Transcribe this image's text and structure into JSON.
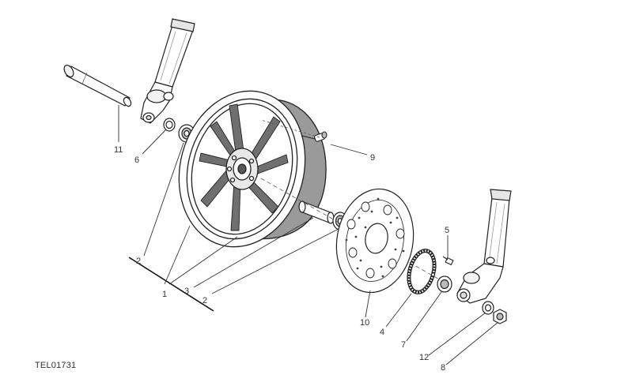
{
  "diagram": {
    "drawing_code": "TEL01731",
    "callouts": [
      {
        "id": "callout-11",
        "label": "11"
      },
      {
        "id": "callout-6",
        "label": "6"
      },
      {
        "id": "callout-9",
        "label": "9"
      },
      {
        "id": "callout-2a",
        "label": "2"
      },
      {
        "id": "callout-3",
        "label": "3"
      },
      {
        "id": "callout-1",
        "label": "1"
      },
      {
        "id": "callout-2b",
        "label": "2"
      },
      {
        "id": "callout-5",
        "label": "5"
      },
      {
        "id": "callout-10",
        "label": "10"
      },
      {
        "id": "callout-4",
        "label": "4"
      },
      {
        "id": "callout-7",
        "label": "7"
      },
      {
        "id": "callout-12",
        "label": "12"
      },
      {
        "id": "callout-8",
        "label": "8"
      }
    ],
    "accent_color": "#9a9a9a",
    "line_color": "#222222"
  }
}
